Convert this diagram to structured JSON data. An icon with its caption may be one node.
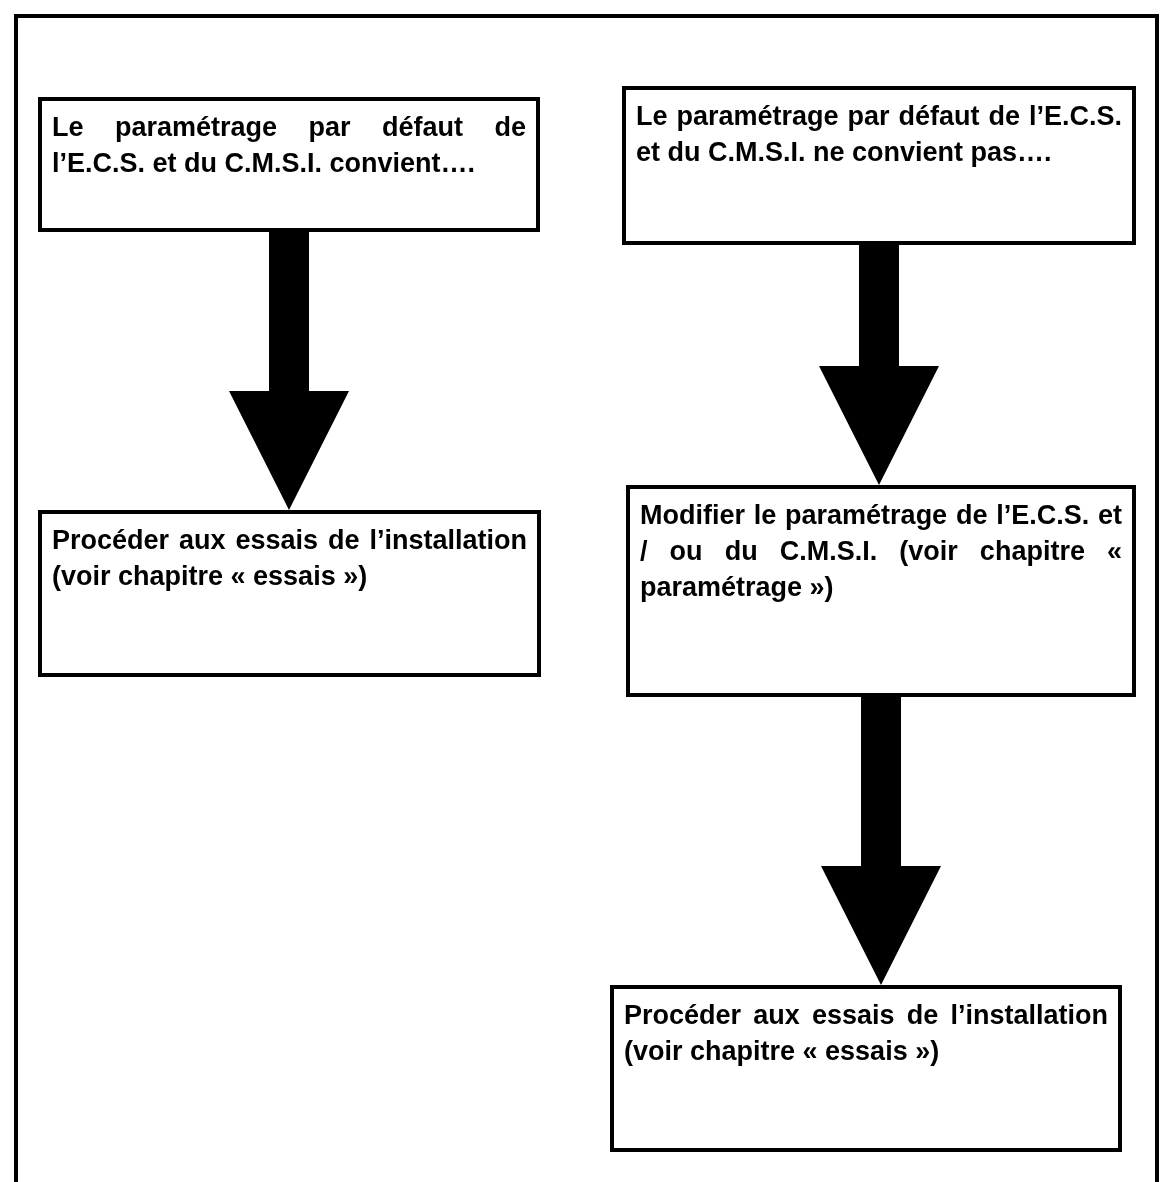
{
  "diagram": {
    "nodes": [
      {
        "text": [
          "Le paramétrage par défaut de l’E.C.S. et du C.M.S.I. convient…."
        ]
      },
      {
        "text": [
          "Le paramétrage par défaut de l’E.C.S. et du C.M.S.I. ne convient pas…."
        ]
      },
      {
        "text": [
          "Procéder aux essais de l’installation (voir chapitre « essais »)"
        ]
      },
      {
        "text": [
          "Modifier le paramétrage de l’E.C.S. et / ou du C.M.S.I. (voir chapitre « paramétrage »)"
        ]
      },
      {
        "text": [
          "Procéder aux essais de l’installation (voir chapitre « essais »)"
        ]
      }
    ],
    "edges": [
      {
        "from": 0,
        "to": 2,
        "arrow": "to"
      },
      {
        "from": 1,
        "to": 3,
        "arrow": "to"
      },
      {
        "from": 3,
        "to": 4,
        "arrow": "to"
      }
    ]
  }
}
